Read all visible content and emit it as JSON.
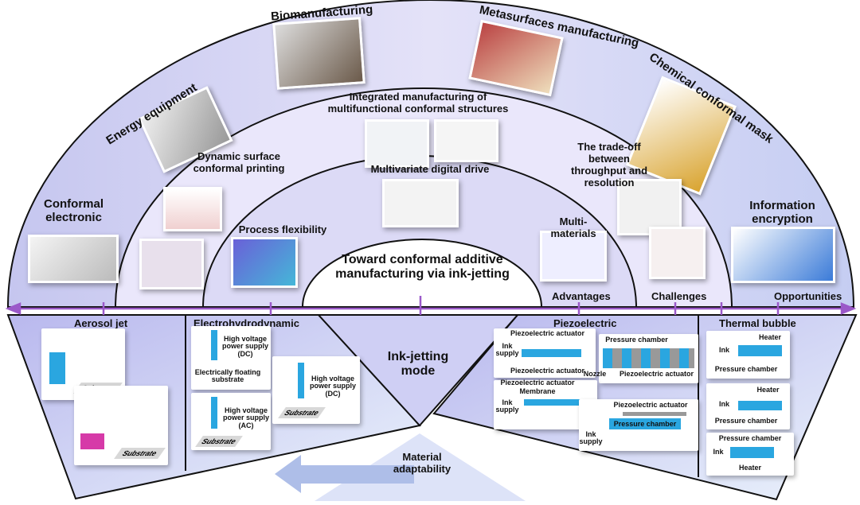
{
  "center_title": "Toward conformal additive manufacturing via ink-jetting",
  "rings": {
    "outer": [
      "Biomanufacturing",
      "Metasurfaces manufacturing",
      "Energy equipment",
      "Chemical conformal mask",
      "Conformal electronic",
      "Information encryption"
    ],
    "middle": [
      "Integrated manufacturing of multifunctional conformal structures",
      "Dynamic surface conformal printing",
      "The trade-off between throughput and resolution"
    ],
    "inner": [
      "Multivariate digital drive",
      "Process flexibility",
      "Multi-materials"
    ]
  },
  "axis_labels": [
    "Advantages",
    "Challenges",
    "Opportunities"
  ],
  "modes": {
    "center": "Ink-jetting mode",
    "aerosol": {
      "title": "Aerosol jet",
      "labels": [
        "Substrate",
        "Substrate"
      ]
    },
    "ehd": {
      "title": "Electrohydrodynamic",
      "labels": [
        "High voltage power supply (DC)",
        "Electrically floating substrate",
        "High voltage power supply (AC)",
        "Substrate",
        "High voltage power supply (DC)",
        "Substrate"
      ]
    },
    "piezo": {
      "title": "Piezoelectric",
      "labels": [
        "Piezoelectric actuator",
        "Ink supply",
        "Piezoelectric actuator",
        "Pressure chamber",
        "Nozzle",
        "Piezoelectric actuator",
        "Piezoelectric actuator",
        "Membrane",
        "Ink supply",
        "Piezoelectric actuator",
        "Pressure chamber",
        "Ink supply"
      ]
    },
    "thermal": {
      "title": "Thermal bubble",
      "labels": [
        "Heater",
        "Ink",
        "Pressure chamber",
        "Heater",
        "Ink",
        "Pressure chamber",
        "Pressure chamber",
        "Ink",
        "Heater"
      ]
    }
  },
  "material_adaptability": "Material adaptability",
  "colors": {
    "axis": "#9b59c9",
    "ring": "#c9c9f2",
    "ink": "#2aa6e0"
  }
}
